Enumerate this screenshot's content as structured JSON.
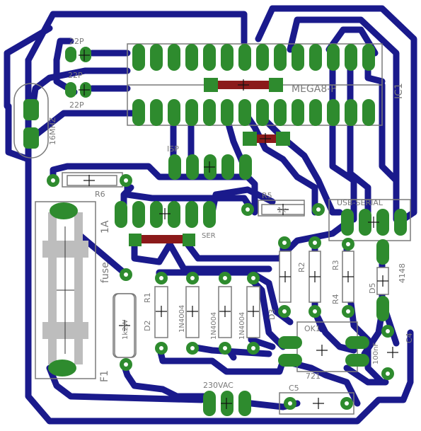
{
  "colors": {
    "trace": "#1a1a8c",
    "pad": "#2e8b2e",
    "silk": "#7a7a7a",
    "jumper": "#8b1a1a",
    "background": "#ffffff"
  },
  "labels": {
    "c22p_top": "22P",
    "c22p_mid": "22P",
    "c22p_bottom": "22P",
    "crystal": "16MHZ",
    "mcu": "MEGA8-P",
    "ic1": "IC1",
    "isp": "ISP",
    "r6": "R6",
    "r5": "R5",
    "r5_value": "1k",
    "usb_serial": "USB-SERIAL",
    "fuse": "fuse",
    "fuse_rating": "1A",
    "f1": "F1",
    "r1": "R1",
    "r1_value": "1k2W",
    "d2": "D2",
    "d2_value": "1N4004",
    "d3_value": "1N4004",
    "d3b_value": "1N4004",
    "d3": "D3",
    "r2": "R2",
    "r3": "R3",
    "r4": "R4",
    "d5": "D5",
    "d5_value": "4148",
    "ok1": "OK1",
    "opto": "721",
    "c4": "C4",
    "c4_value": "100nF",
    "c5": "C5",
    "mains": "230VAC",
    "ser": "SER"
  },
  "icons": [
    "header-pins",
    "resistor-symbol",
    "diode-symbol",
    "capacitor-symbol",
    "crosshair-mark"
  ]
}
